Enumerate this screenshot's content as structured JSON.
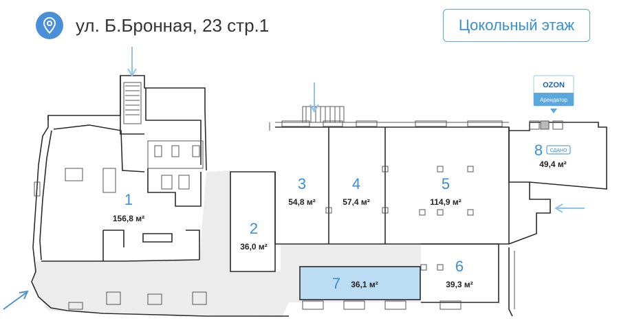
{
  "header": {
    "address": "ул. Б.Бронная, 23 стр.1",
    "floor_button": "Цокольный этаж"
  },
  "tenant": {
    "brand": "OZON",
    "label": "Арендатор"
  },
  "rooms": [
    {
      "number": "1",
      "area": "156,8 м²"
    },
    {
      "number": "2",
      "area": "36,0 м²"
    },
    {
      "number": "3",
      "area": "54,8 м²"
    },
    {
      "number": "4",
      "area": "57,4 м²"
    },
    {
      "number": "5",
      "area": "114,9 м²"
    },
    {
      "number": "6",
      "area": "39,3 м²"
    },
    {
      "number": "7",
      "area": "36,1 м²"
    },
    {
      "number": "8",
      "area": "49,4 м²",
      "badge": "СДАНО"
    }
  ],
  "colors": {
    "accent": "#3a8fd0",
    "highlight_room": "#bcdcf3",
    "corridor": "#ececec"
  }
}
